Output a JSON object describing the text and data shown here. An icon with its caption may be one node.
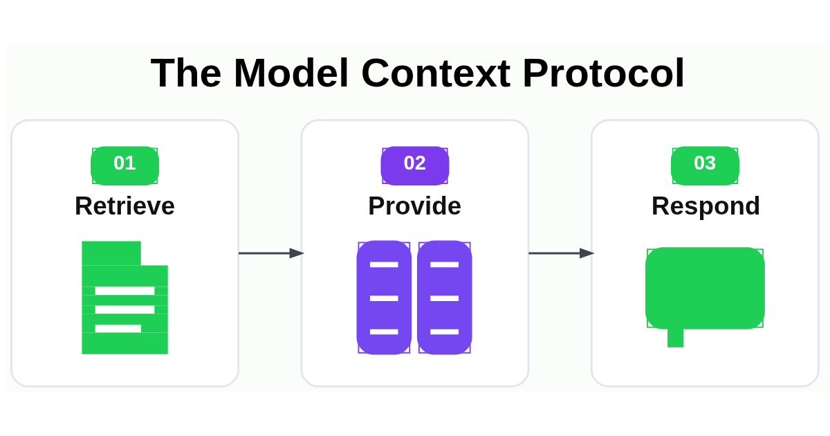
{
  "diagram": {
    "title": "The Model Context Protocol",
    "nodes": [
      {
        "text": [
          "01",
          "Retrieve"
        ]
      },
      {
        "text": [
          "02",
          "Provide"
        ]
      },
      {
        "text": [
          "03",
          "Respond"
        ]
      }
    ],
    "edges": [
      {
        "from": 0,
        "to": 1,
        "arrow": "to"
      },
      {
        "from": 1,
        "to": 2,
        "arrow": "to"
      }
    ]
  }
}
